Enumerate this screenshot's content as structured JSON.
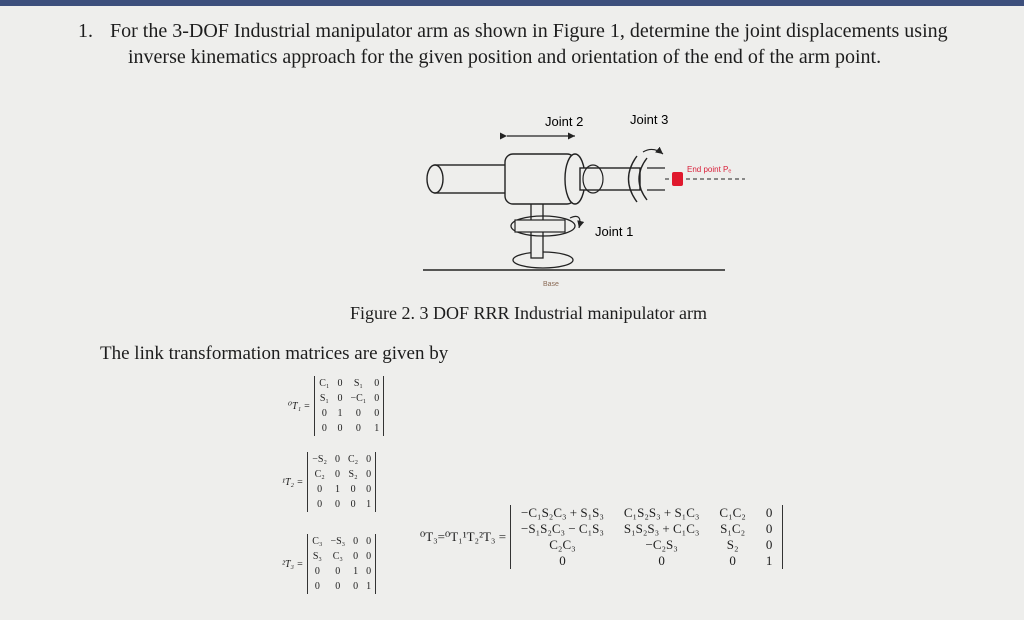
{
  "question": {
    "number": "1.",
    "line1": "For the 3-DOF Industrial manipulator arm as shown in Figure 1, determine the joint displacements using",
    "line2": "inverse kinematics approach for the given position and orientation of the end of the arm point."
  },
  "figure": {
    "joint2_label": "Joint 2",
    "joint3_label": "Joint 3",
    "joint1_label": "Joint 1",
    "endpoint_label": "End point Pₑ",
    "base_label": "Base",
    "endpoint_color": "#e0182d",
    "caption": "Figure 2. 3 DOF RRR Industrial manipulator arm"
  },
  "intro_text": "The link transformation matrices are given by",
  "matrices": {
    "t01": {
      "label": "⁰T₁ =",
      "rows": [
        [
          "C₁",
          "0",
          "S₁",
          "0"
        ],
        [
          "S₁",
          "0",
          "−C₁",
          "0"
        ],
        [
          "0",
          "1",
          "0",
          "0"
        ],
        [
          "0",
          "0",
          "0",
          "1"
        ]
      ]
    },
    "t12": {
      "label": "¹T₂ =",
      "rows": [
        [
          "−S₂",
          "0",
          "C₂",
          "0"
        ],
        [
          "C₂",
          "0",
          "S₂",
          "0"
        ],
        [
          "0",
          "1",
          "0",
          "0"
        ],
        [
          "0",
          "0",
          "0",
          "1"
        ]
      ]
    },
    "t23": {
      "label": "²T₃ =",
      "rows": [
        [
          "C₃",
          "−S₃",
          "0",
          "0"
        ],
        [
          "S₃",
          "C₃",
          "0",
          "0"
        ],
        [
          "0",
          "0",
          "1",
          "0"
        ],
        [
          "0",
          "0",
          "0",
          "1"
        ]
      ]
    },
    "t03": {
      "label": "⁰T₃=⁰T₁¹T₂²T₃ =",
      "rows": [
        [
          "−C₁S₂C₃ + S₁S₃",
          "C₁S₂S₃ + S₁C₃",
          "C₁C₂",
          "0"
        ],
        [
          "−S₁S₂C₃ − C₁S₃",
          "S₁S₂S₃ + C₁C₃",
          "S₁C₂",
          "0"
        ],
        [
          "C₂C₃",
          "−C₂S₃",
          "S₂",
          "0"
        ],
        [
          "0",
          "0",
          "0",
          "1"
        ]
      ]
    }
  }
}
